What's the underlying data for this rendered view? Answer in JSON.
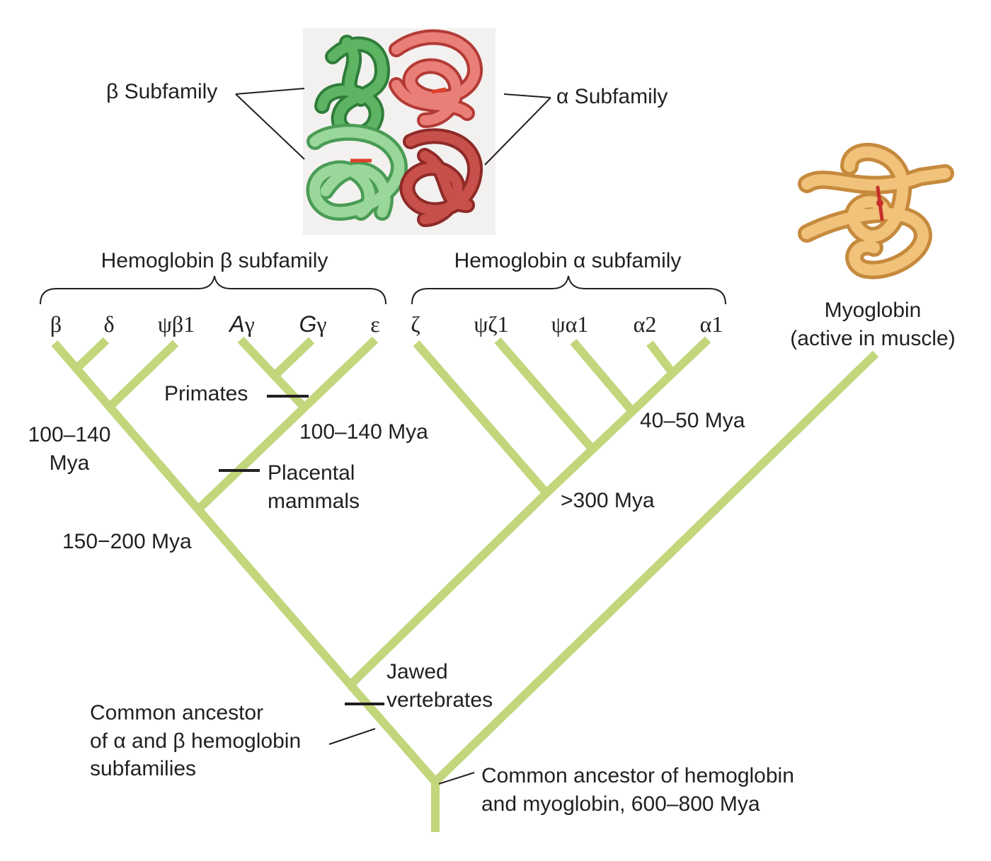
{
  "colors": {
    "branch": "#c2d67b",
    "ink": "#231f20",
    "beta_subunit_green": "#5cb85c",
    "alpha_subunit_red": "#d9534f",
    "myoglobin_tan": "#e8b25f"
  },
  "protein_labels": {
    "beta_subfamily": "β Subfamily",
    "alpha_subfamily": "α Subfamily"
  },
  "groups": {
    "beta_group": "Hemoglobin β subfamily",
    "alpha_group": "Hemoglobin α subfamily",
    "myoglobin_line1": "Myoglobin",
    "myoglobin_line2": "(active in muscle)"
  },
  "genes": {
    "beta": "β",
    "delta": "δ",
    "psi_beta1": "ψβ1",
    "a_gamma_main": "A",
    "a_gamma_sub": "γ",
    "g_gamma_main": "G",
    "g_gamma_sub": "γ",
    "epsilon": "ε",
    "zeta": "ζ",
    "psi_zeta1": "ψζ1",
    "psi_alpha1": "ψα1",
    "alpha2": "α2",
    "alpha1": "α1"
  },
  "annotations": {
    "primates": "Primates",
    "beta_dup_line1": "100–140",
    "beta_dup_line2": "Mya",
    "gamma_dup": "100–140 Mya",
    "placental_line1": "Placental",
    "placental_line2": "mammals",
    "beta_split": "150−200 Mya",
    "alpha_dup": "40–50 Mya",
    "alpha_split": ">300 Mya",
    "jawed_line1": "Jawed",
    "jawed_line2": "vertebrates",
    "ab_ancestor_line1": "Common ancestor",
    "ab_ancestor_line2": "of α and β hemoglobin",
    "ab_ancestor_line3": "subfamilies",
    "root_line1": "Common ancestor of hemoglobin",
    "root_line2": "and myoglobin, 600–800 Mya"
  }
}
